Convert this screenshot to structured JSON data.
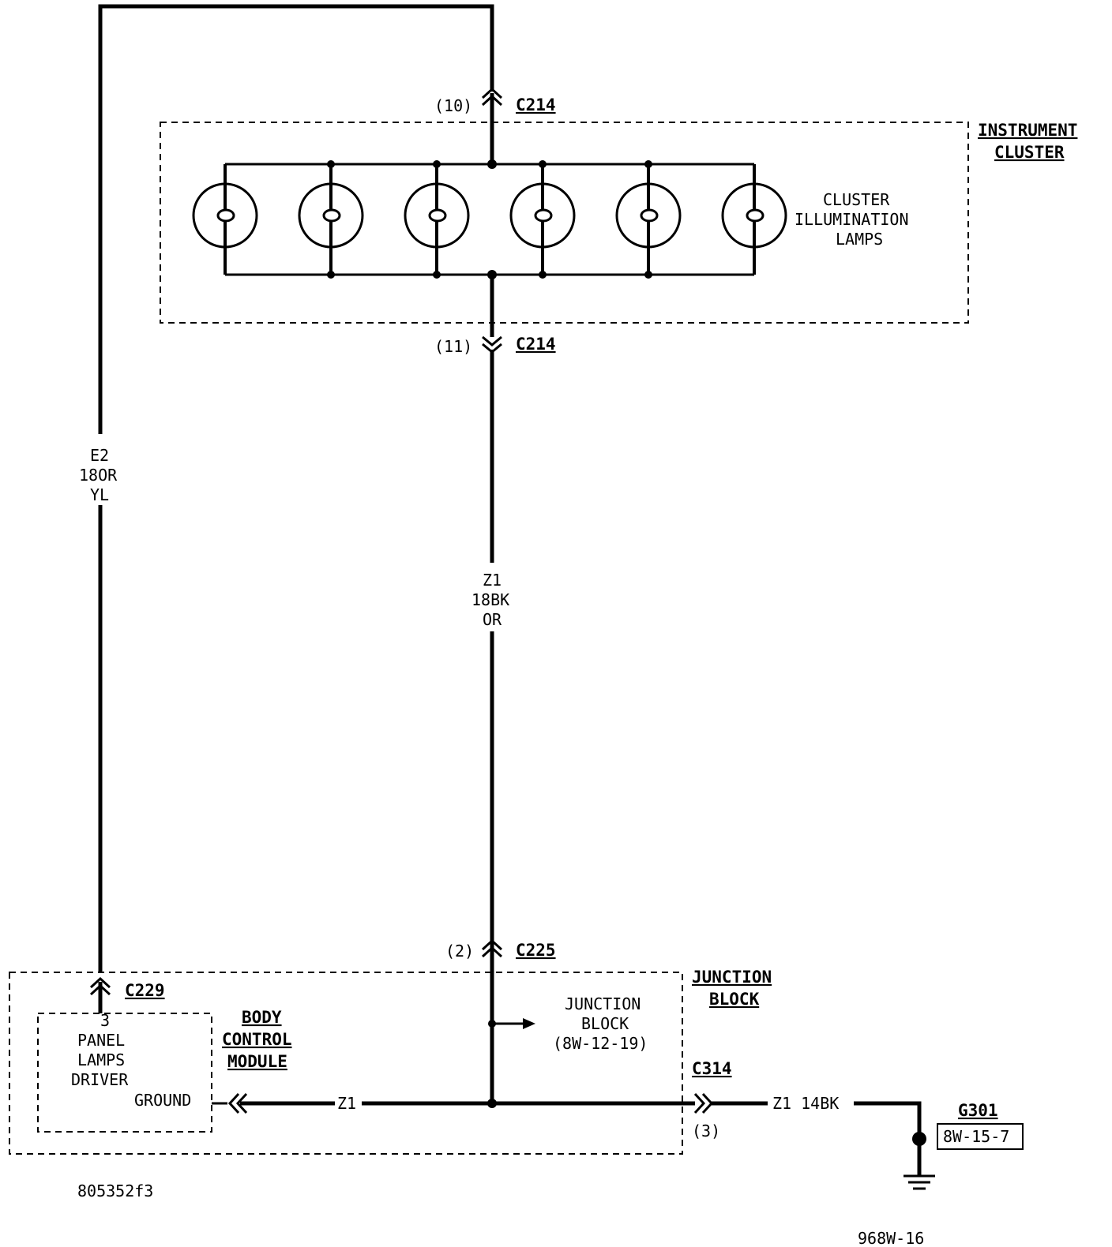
{
  "instrument_cluster": {
    "title_line1": "INSTRUMENT",
    "title_line2": "CLUSTER",
    "lamps_line1": "CLUSTER",
    "lamps_line2": "ILLUMINATION",
    "lamps_line3": "LAMPS",
    "lamp_count": 6
  },
  "connectors": {
    "c214_top_pin": "(10)",
    "c214_top_label": "C214",
    "c214_bottom_pin": "(11)",
    "c214_bottom_label": "C214",
    "c225_pin": "(2)",
    "c225_label": "C225",
    "c229_label": "C229",
    "c314_label": "C314",
    "c314_pin": "(3)"
  },
  "wires": {
    "left_line1": "E2",
    "left_line2": "18OR",
    "left_line3": "YL",
    "center_line1": "Z1",
    "center_line2": "18BK",
    "center_line3": "OR",
    "bottom_left": "Z1",
    "bottom_right": "Z1 14BK"
  },
  "body_control_module": {
    "title_line1": "BODY",
    "title_line2": "CONTROL",
    "title_line3": "MODULE",
    "pin": "3",
    "line1": "PANEL",
    "line2": "LAMPS",
    "line3": "DRIVER",
    "ground": "GROUND"
  },
  "junction_block": {
    "title_line1": "JUNCTION",
    "title_line2": "BLOCK",
    "ref_line1": "JUNCTION",
    "ref_line2": "BLOCK",
    "ref_line3": "(8W-12-19)"
  },
  "ground": {
    "label": "G301",
    "ref": "8W-15-7"
  },
  "footer": {
    "code_left": "805352f3",
    "code_right": "968W-16"
  }
}
